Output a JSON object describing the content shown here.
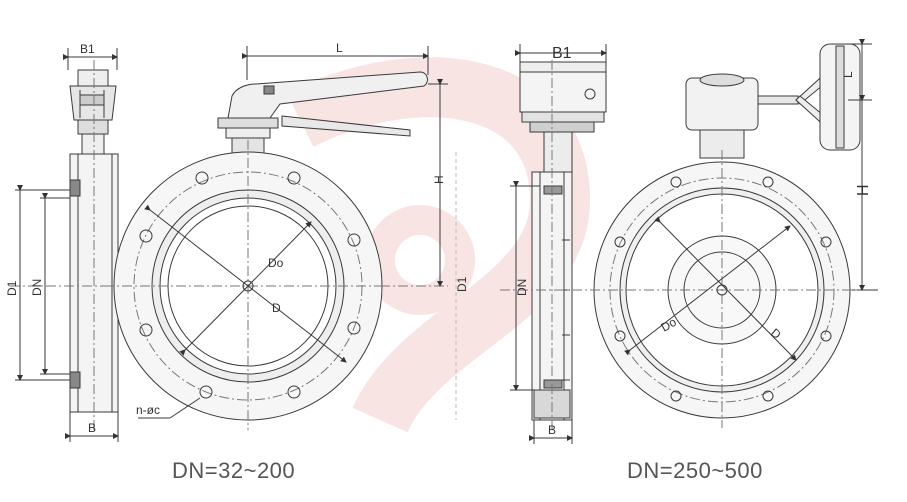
{
  "captions": {
    "small_range": "DN=32~200",
    "large_range": "DN=250~500"
  },
  "small_valve": {
    "side_labels": {
      "b1": "B1",
      "b": "B",
      "d1": "D1",
      "dn": "DN"
    },
    "front_labels": {
      "l": "L",
      "h": "H",
      "d1": "D1",
      "do": "Do",
      "d": "D",
      "bolt": "n-øc"
    }
  },
  "large_valve": {
    "side_labels": {
      "b1": "B1",
      "b": "B",
      "dn": "DN"
    },
    "front_labels": {
      "l": "L",
      "h": "H",
      "do": "Do",
      "d": "D"
    }
  },
  "colors": {
    "line": "#3a3a3a",
    "fill_light": "#f2f2f2",
    "fill_mid": "#d8d8d8",
    "watermark": "#f6d9d9"
  }
}
